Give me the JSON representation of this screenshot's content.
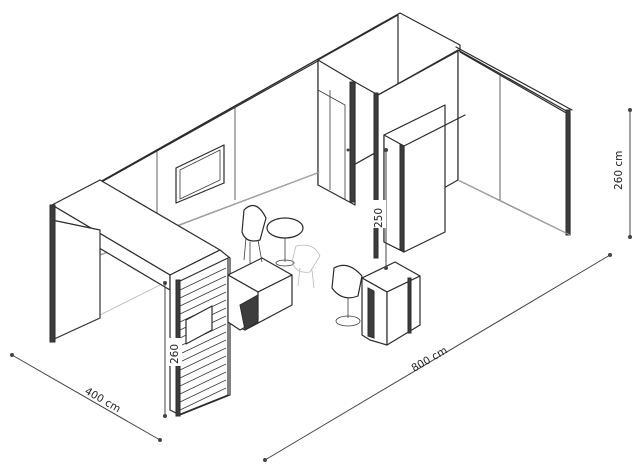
{
  "dimensions": {
    "width_label": "800 cm",
    "depth_label": "400 cm",
    "wall_height_label": "260 cm",
    "inner_height_label": "250",
    "front_height_label": "260"
  },
  "colors": {
    "line": "#2b2b2b",
    "dark_panel": "#3d3d3d",
    "background": "#ffffff"
  }
}
